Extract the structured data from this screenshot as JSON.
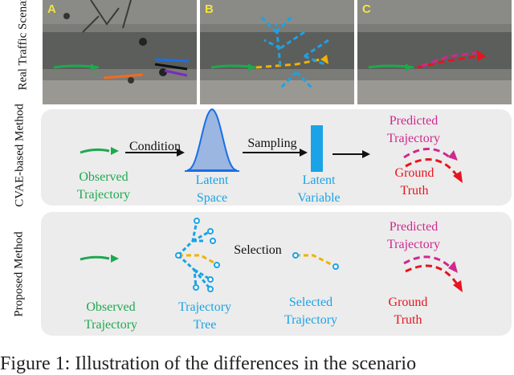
{
  "row_labels": {
    "real": "Real Traffic Scenario",
    "cvae": "CVAE-based Method",
    "proposed": "Proposed Method"
  },
  "panels": [
    "A",
    "B",
    "C"
  ],
  "cvae": {
    "observed": "Observed Trajectory",
    "condition": "Condition",
    "latent_space": "Latent Space",
    "sampling": "Sampling",
    "latent_variable": "Latent Variable",
    "predicted": "Predicted Trajectory",
    "ground_truth": "Ground Truth"
  },
  "proposed": {
    "observed": "Observed Trajectory",
    "tree": "Trajectory Tree",
    "selection": "Selection",
    "selected": "Selected Trajectory",
    "predicted": "Predicted Trajectory",
    "ground_truth": "Ground Truth"
  },
  "caption": "Figure 1: Illustration of the differences in the scenario",
  "colors": {
    "observed": "#1fa84f",
    "latent": "#1aa3e6",
    "predicted": "#d0288f",
    "ground_truth": "#e8141e",
    "selected": "#f2b200",
    "panel_bg": "#ececec",
    "panel_label": "#f0e442"
  }
}
